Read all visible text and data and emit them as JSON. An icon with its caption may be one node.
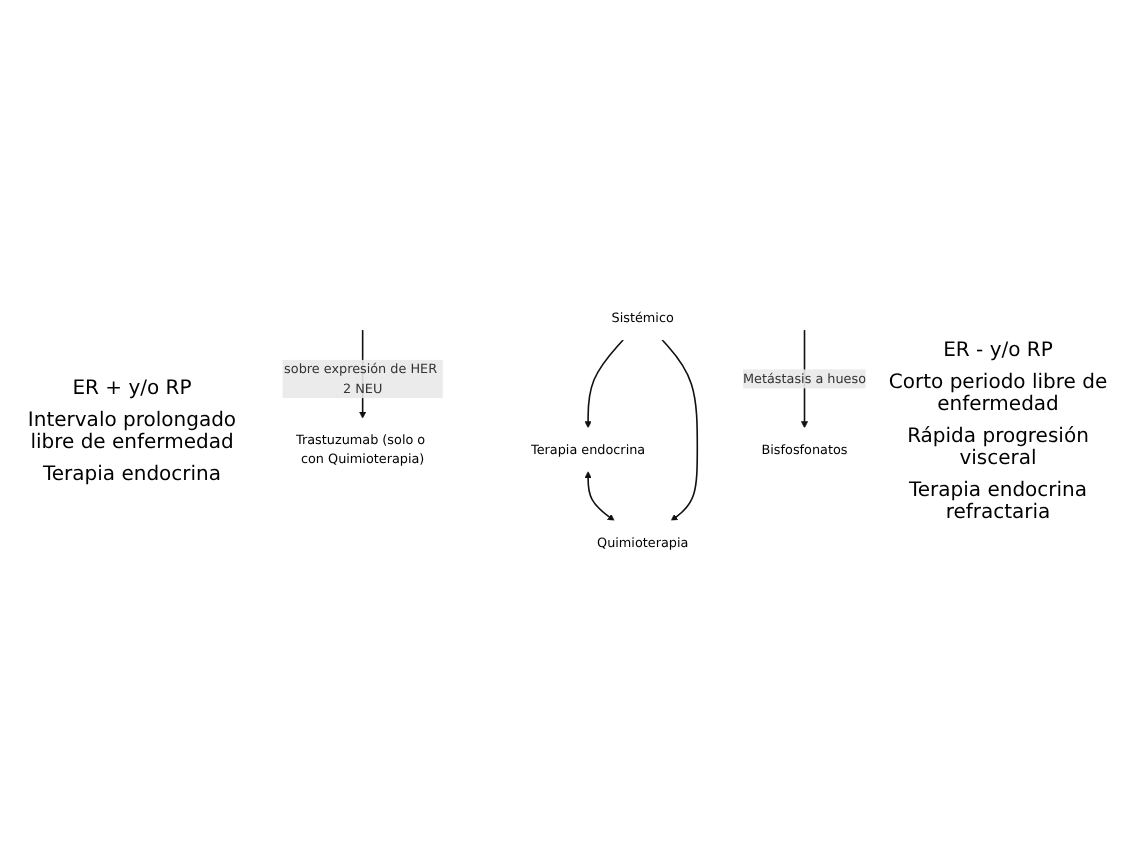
{
  "diagram": {
    "nodes": [
      {
        "text": [
          "Sistémico"
        ]
      },
      {
        "text": [
          "Terapia endocrina"
        ]
      },
      {
        "text": [
          "Quimioterapia"
        ]
      },
      {
        "text": [
          "Trastuzumab (solo o con Quimioterapia)"
        ]
      },
      {
        "text": [
          "Bisfosfonatos"
        ]
      }
    ],
    "edges": [
      {
        "from": 0,
        "to": 1,
        "arrow": "to"
      },
      {
        "from": 0,
        "to": 2,
        "arrow": "to"
      },
      {
        "from": 1,
        "to": 2,
        "arrow": "both"
      },
      {
        "from": null,
        "to": 3,
        "arrow": "to",
        "label": "sobre expresión de HER 2 NEU"
      },
      {
        "from": null,
        "to": 4,
        "arrow": "to",
        "label": "Metástasis a hueso"
      }
    ],
    "labels": [
      "ER + y/o RP",
      "Intervalo prolongado libre de enfermedad",
      "Terapia endocrina",
      "ER - y/o RP",
      "Corto periodo libre de enfermedad",
      "Rápida progresión visceral",
      "Terapia endocrina refractaria"
    ]
  }
}
